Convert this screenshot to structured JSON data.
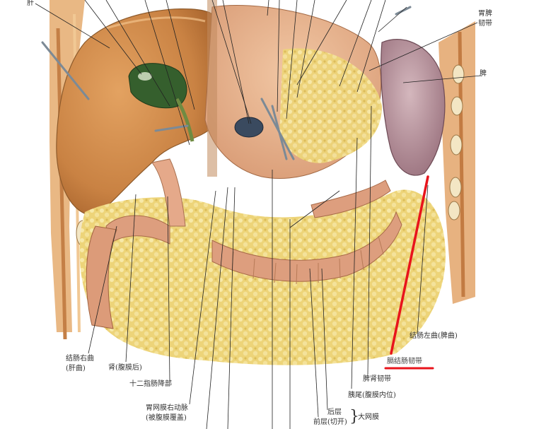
{
  "labels": {
    "liver": "肝",
    "gastrosplenic_lig_1": "胃脾",
    "gastrosplenic_lig_2": "韧带",
    "spleen": "脾",
    "splenic_flexure": "结肠左曲(脾曲)",
    "phrenicocolic_lig": "膈结肠韧带",
    "hepatic_flexure_1": "结肠右曲",
    "hepatic_flexure_2": "(肝曲)",
    "kidney": "肾(腹膜后)",
    "splenorenal_lig": "脾肾韧带",
    "duodenum_desc": "十二指肠降部",
    "pancreas_tail": "胰尾(腹膜内位)",
    "right_gastroepiploic_1": "胃网膜右动脉",
    "right_gastroepiploic_2": "(被腹膜覆盖)",
    "posterior_layer": "后层",
    "anterior_layer": "前层(切开)",
    "greater_omentum": "大网膜"
  },
  "colors": {
    "highlight": "#e8141c",
    "leader": "#222222",
    "liver": "#cf8a4a",
    "fat": "#efd77a",
    "gallbladder": "#3f6b34",
    "spleen": "#b9939c",
    "bowel": "#d8997a"
  }
}
